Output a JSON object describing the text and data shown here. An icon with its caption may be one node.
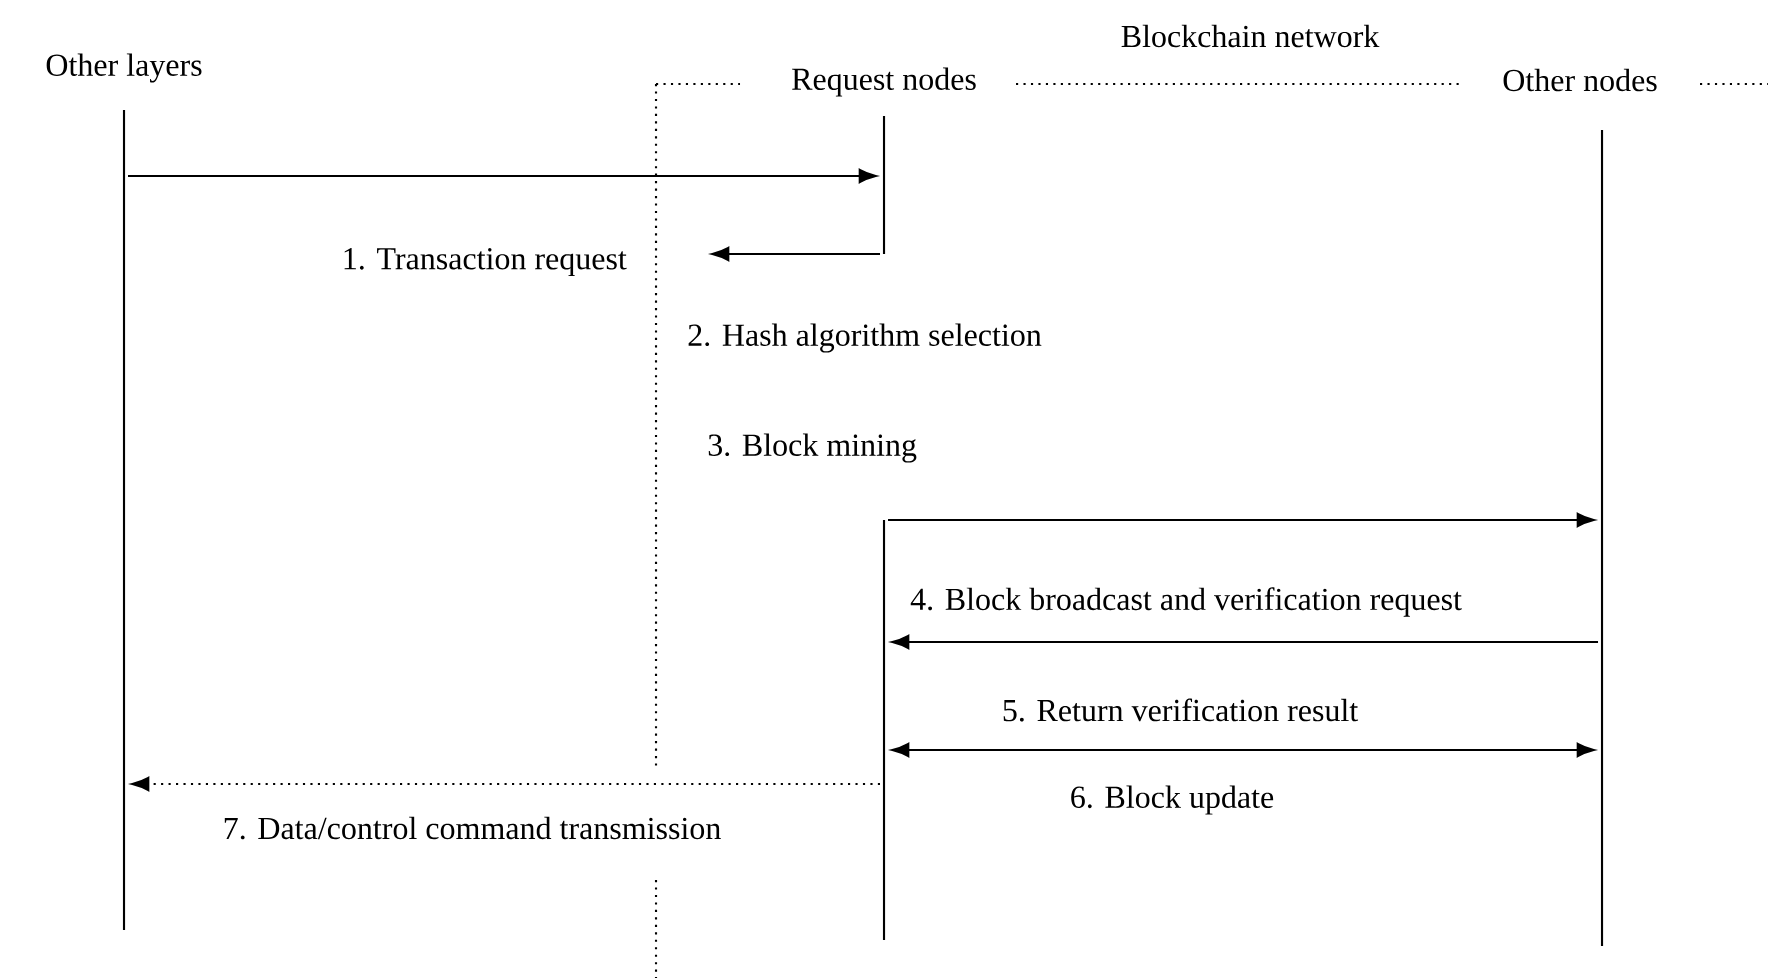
{
  "diagram": {
    "nodes": [
      {
        "text": [],
        "shape": "line",
        "beside": [
          "Other layers"
        ]
      },
      {
        "text": [
          "Blockchain network"
        ]
      },
      {
        "text": [],
        "shape": "line",
        "beside": [
          "Request nodes"
        ],
        "in": 1
      },
      {
        "text": [],
        "shape": "line",
        "beside": [
          "Other nodes"
        ],
        "in": 1
      }
    ],
    "edges": [
      {
        "from": 0,
        "to": 2,
        "arrow": "to"
      },
      {
        "from": 2,
        "to": null,
        "arrow": "to",
        "label": "1. Transaction request"
      },
      {
        "from": 2,
        "to": 3,
        "arrow": "to"
      },
      {
        "from": 3,
        "to": 2,
        "arrow": "to",
        "label": "4. Block broadcast and verification request"
      },
      {
        "from": 2,
        "to": 3,
        "arrow": "both",
        "label": "5. Return verification result"
      },
      {
        "from": 2,
        "to": 0,
        "arrow": "to",
        "style": "dashed",
        "label": "7. Data/control command transmission"
      }
    ],
    "labels": [
      "2. Hash algorithm selection",
      "3. Block mining",
      "6. Block update"
    ]
  }
}
